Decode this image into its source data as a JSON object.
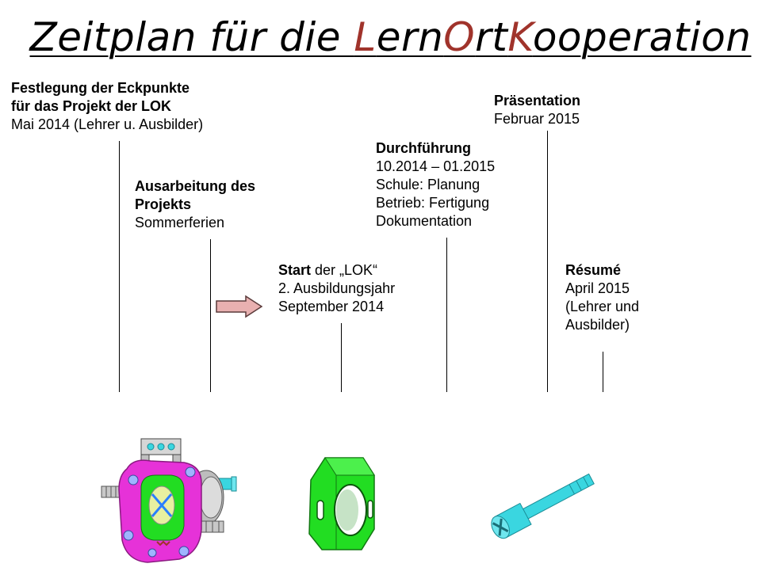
{
  "title": {
    "seg1": "Zeitplan für die ",
    "seg2": "L",
    "seg3": "ern",
    "seg4": "O",
    "seg5": "rt",
    "seg6": "K",
    "seg7": "ooperation"
  },
  "milestones": {
    "eckpunkte": {
      "line1": "Festlegung der Eckpunkte",
      "line2": "für das Projekt der LOK",
      "line3": "Mai 2014 (Lehrer u. Ausbilder)"
    },
    "ausarbeitung": {
      "line1": "Ausarbeitung des",
      "line2": "Projekts",
      "line3": "Sommerferien"
    },
    "start": {
      "bold": "Start",
      "rest": " der „LOK“",
      "line2": "2. Ausbildungsjahr",
      "line3": "September 2014"
    },
    "durchfuehrung": {
      "line1": "Durchführung",
      "line2": "10.2014 – 01.2015",
      "line3": "Schule: Planung",
      "line4": "Betrieb: Fertigung",
      "line5": "Dokumentation"
    },
    "praesentation": {
      "line1": "Präsentation",
      "line2": "Februar 2015"
    },
    "resume": {
      "line1": "Résumé",
      "line2": "April 2015",
      "line3": "(Lehrer und",
      "line4": "Ausbilder)"
    }
  },
  "colors": {
    "title_highlight": "#a0332b",
    "arrow_fill": "#e8b0b0",
    "arrow_stroke": "#5a3a3a",
    "magenta_part": "#e632d8",
    "green_part": "#22dd22",
    "cyan_part": "#3ad6e0",
    "metal_part": "#c8c8c8"
  },
  "icons": {
    "arrow": "right-arrow-icon",
    "assembly": "gear-pump-assembly-image",
    "green_block": "green-bearing-block-image",
    "cyan_shaft": "cyan-shaft-image"
  }
}
